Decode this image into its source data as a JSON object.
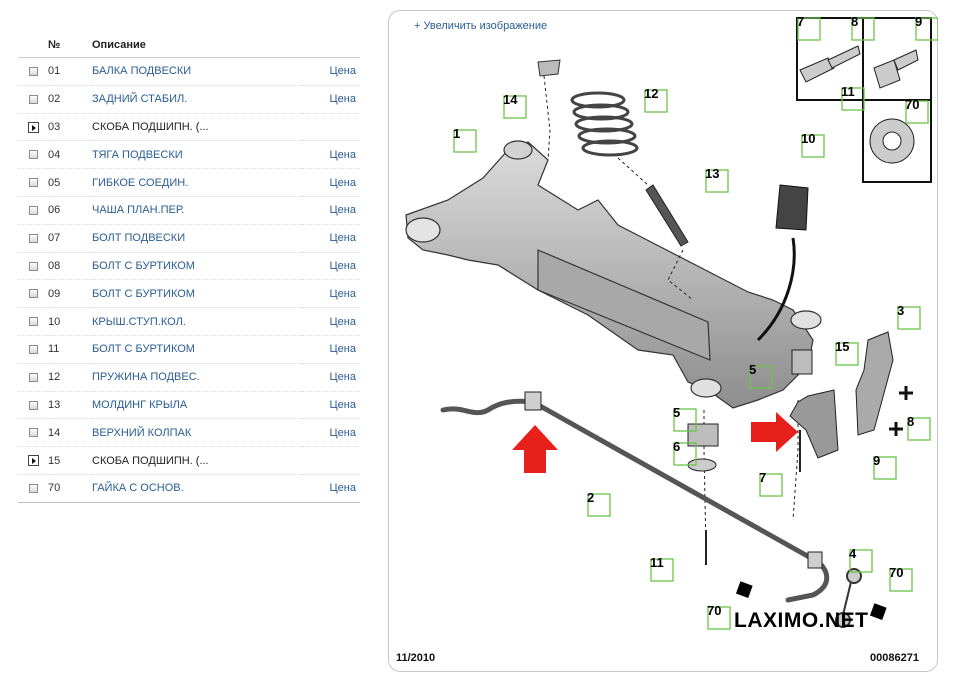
{
  "table": {
    "header": {
      "num": "№",
      "desc": "Описание"
    },
    "rows": [
      {
        "num": "01",
        "desc": "БАЛКА ПОДВЕСКИ",
        "price": "Цена",
        "expand": false
      },
      {
        "num": "02",
        "desc": "ЗАДНИЙ СТАБИЛ.",
        "price": "Цена",
        "expand": false
      },
      {
        "num": "03",
        "desc": "СКОБА ПОДШИПН. (...",
        "price": "",
        "expand": true
      },
      {
        "num": "04",
        "desc": "ТЯГА ПОДВЕСКИ",
        "price": "Цена",
        "expand": false
      },
      {
        "num": "05",
        "desc": "ГИБКОЕ СОЕДИН.",
        "price": "Цена",
        "expand": false
      },
      {
        "num": "06",
        "desc": "ЧАША ПЛАН.ПЕР.",
        "price": "Цена",
        "expand": false
      },
      {
        "num": "07",
        "desc": "БОЛТ ПОДВЕСКИ",
        "price": "Цена",
        "expand": false
      },
      {
        "num": "08",
        "desc": "БОЛТ С БУРТИКОМ",
        "price": "Цена",
        "expand": false
      },
      {
        "num": "09",
        "desc": "БОЛТ С БУРТИКОМ",
        "price": "Цена",
        "expand": false
      },
      {
        "num": "10",
        "desc": "КРЫШ.СТУП.КОЛ.",
        "price": "Цена",
        "expand": false
      },
      {
        "num": "11",
        "desc": "БОЛТ С БУРТИКОМ",
        "price": "Цена",
        "expand": false
      },
      {
        "num": "12",
        "desc": "ПРУЖИНА ПОДВЕС.",
        "price": "Цена",
        "expand": false
      },
      {
        "num": "13",
        "desc": "МОЛДИНГ КРЫЛА",
        "price": "Цена",
        "expand": false
      },
      {
        "num": "14",
        "desc": "ВЕРХНИЙ КОЛПАК",
        "price": "Цена",
        "expand": false
      },
      {
        "num": "15",
        "desc": "СКОБА ПОДШИПН. (...",
        "price": "",
        "expand": true
      },
      {
        "num": "70",
        "desc": "ГАЙКА С ОСНОВ.",
        "price": "Цена",
        "expand": false
      }
    ]
  },
  "diagram": {
    "zoom_link": "+ Увеличить изображение",
    "date": "11/2010",
    "code": "00086271",
    "watermark": "LAXIMO.NET",
    "callouts": {
      "c1": "1",
      "c2": "2",
      "c3": "3",
      "c4": "4",
      "c5a": "5",
      "c5b": "5",
      "c6": "6",
      "c7a": "7",
      "c7b": "7",
      "c8a": "8",
      "c8b": "8",
      "c9a": "9",
      "c9b": "9",
      "c10": "10",
      "c11a": "11",
      "c11b": "11",
      "c12": "12",
      "c13": "13",
      "c14": "14",
      "c15": "15",
      "c70a": "70",
      "c70b": "70",
      "c70c": "70"
    },
    "colors": {
      "callout_box": "#6cc24a",
      "arrow": "#e8201c",
      "link": "#2a5d93"
    }
  }
}
